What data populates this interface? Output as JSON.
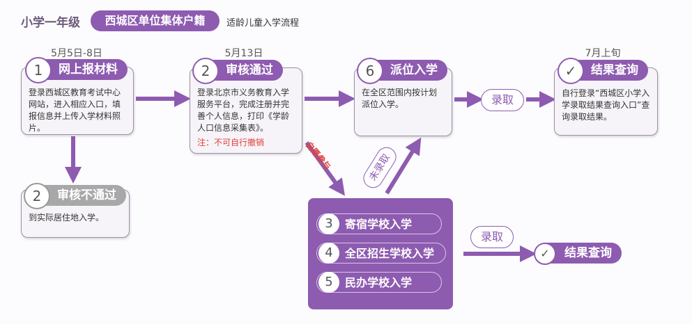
{
  "header": {
    "title": "小学一年级",
    "category": "西城区单位集体户籍",
    "subtitle": "适龄儿童入学流程"
  },
  "steps": {
    "s1": {
      "date": "5月5日-8日",
      "num": "1",
      "title": "网上报材料",
      "text": "登录西城区教育考试中心网站，进入相应入口，填报信息并上传入学材料照片。"
    },
    "s2": {
      "date": "5月13日",
      "num": "2",
      "title": "审核通过",
      "text": "登录北京市义务教育入学服务平台，完成注册并完善个人信息，打印《学龄人口信息采集表》。",
      "note": "注：不可自行撤销"
    },
    "s2fail": {
      "num": "2",
      "title": "审核不通过",
      "text": "到实际居住地入学。"
    },
    "s6": {
      "num": "6",
      "title": "派位入学",
      "text": "在全区范围内按计划派位入学。"
    },
    "result": {
      "date": "7月上旬",
      "icon": "check-icon",
      "title": "结果查询",
      "text": "自行登录“西城区小学入学录取结果查询入口”查询录取结果。"
    }
  },
  "options": [
    {
      "num": "3",
      "label": "寄宿学校入学"
    },
    {
      "num": "4",
      "label": "全区招生学校入学"
    },
    {
      "num": "5",
      "label": "民办学校入学"
    }
  ],
  "labels": {
    "voluntary": "自愿参与",
    "admitted1": "录取",
    "not_admitted": "未录取",
    "admitted2": "录取",
    "result2": "结果查询"
  },
  "colors": {
    "accent": "#8d5bb0",
    "note": "#e0403a"
  }
}
